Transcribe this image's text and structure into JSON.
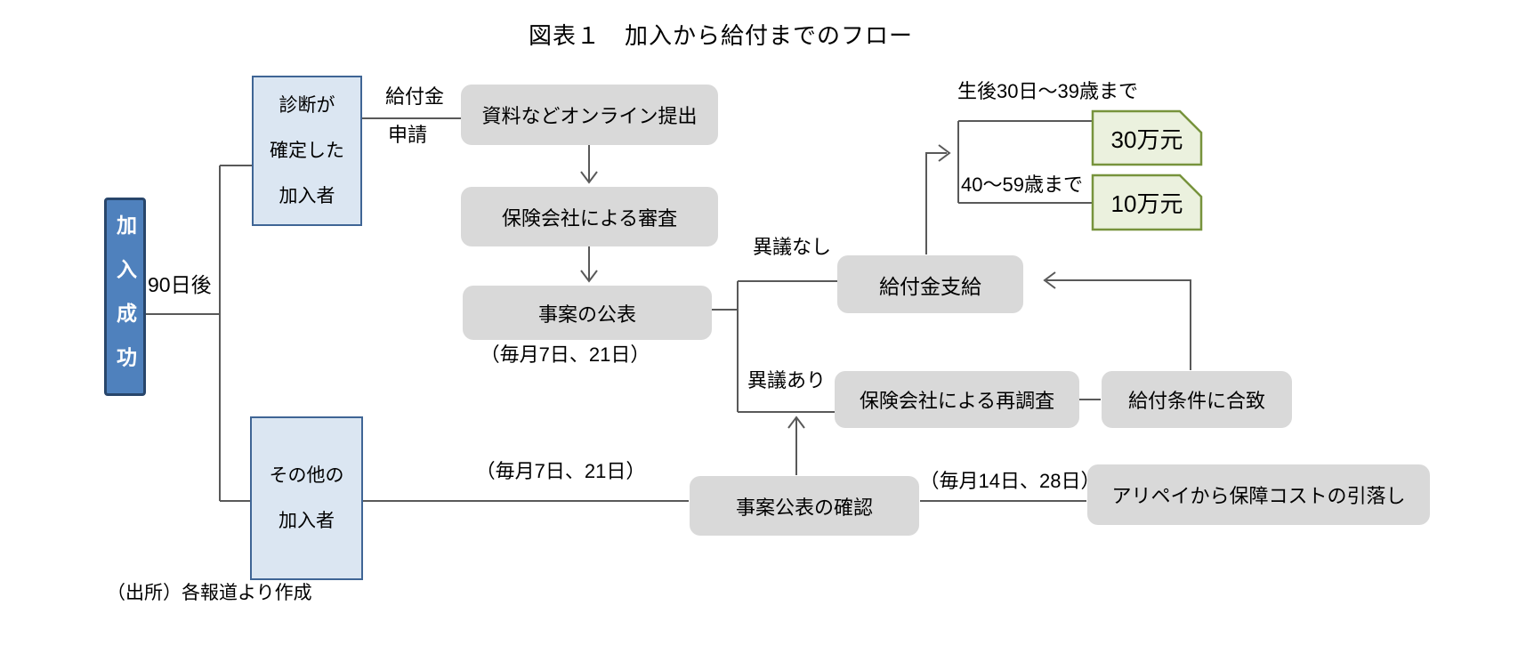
{
  "title": "図表１　加入から給付までのフロー",
  "source_note": "（出所）各報道より作成",
  "nodes": {
    "enrollment_success": "加入成功",
    "diagnosed_member": {
      "line1": "診断が",
      "line2": "確定した",
      "line3": "加入者"
    },
    "other_members": {
      "line1": "その他の",
      "line2": "加入者"
    },
    "online_submission": "資料などオンライン提出",
    "insurer_review": "保険会社による審査",
    "case_publication": "事案の公表",
    "benefit_payment": "給付金支給",
    "insurer_reinvestigation": "保険会社による再調査",
    "benefit_conditions_met": "給付条件に合致",
    "publication_check": "事案公表の確認",
    "alipay_deduction": "アリペイから保障コストの引落し",
    "payout_30": "30万元",
    "payout_10": "10万元"
  },
  "labels": {
    "after_90_days": "90日後",
    "benefit_claim_line1": "給付金",
    "benefit_claim_line2": "申請",
    "publication_schedule": "（毎月7日、21日）",
    "no_objection": "異議なし",
    "objection": "異議あり",
    "age_band_top": "生後30日～39歳まで",
    "age_band_bottom": "40～59歳まで",
    "check_schedule": "（毎月7日、21日）",
    "deduction_schedule": "（毎月14日、28日）"
  },
  "colors": {
    "gray_box_fill": "#d9d9d9",
    "light_blue_fill": "#dbe6f2",
    "light_blue_border": "#3f6595",
    "dark_blue_fill": "#4f81bd",
    "dark_blue_border": "#28466b",
    "green_fill": "#ebf1de",
    "green_border": "#77933c",
    "connector_line": "#595959",
    "text": "#000000"
  }
}
